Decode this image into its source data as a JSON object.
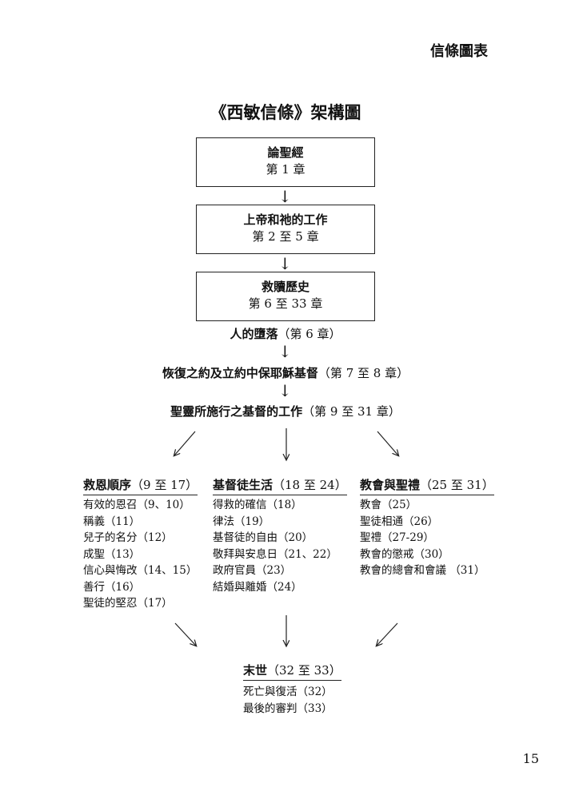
{
  "header": {
    "running_title": "信條圖表"
  },
  "title": "《西敏信條》架構圖",
  "boxes": [
    {
      "title": "論聖經",
      "sub": "第 1 章"
    },
    {
      "title": "上帝和祂的工作",
      "sub": "第 2 至 5 章"
    },
    {
      "title": "救贖歷史",
      "sub": "第 6 至 33 章"
    }
  ],
  "flow": [
    {
      "bold": "人的墮落",
      "ref": "（第 6 章）"
    },
    {
      "bold": "恢復之約及立約中保耶穌基督",
      "ref": "（第 7 至 8 章）"
    },
    {
      "bold": "聖靈所施行之基督的工作",
      "ref": "（第 9 至 31 章）"
    }
  ],
  "columns": [
    {
      "bold": "救恩順序",
      "ref": "（9 至 17）",
      "items": [
        "有效的恩召（9、10）",
        "稱義（11）",
        "兒子的名分（12）",
        "成聖（13）",
        "信心與悔改（14、15）",
        "善行（16）",
        "聖徒的堅忍（17）"
      ]
    },
    {
      "bold": "基督徒生活",
      "ref": "（18 至 24）",
      "items": [
        "得救的確信（18）",
        "律法（19）",
        "基督徒的自由（20）",
        "敬拜與安息日（21、22）",
        "政府官員（23）",
        "結婚與離婚（24）"
      ]
    },
    {
      "bold": "教會與聖禮",
      "ref": "（25 至 31）",
      "items": [
        "教會（25）",
        "聖徒相通（26）",
        "聖禮（27-29）",
        "教會的懲戒（30）",
        "教會的總會和會議 （31）"
      ]
    }
  ],
  "final": {
    "bold": "末世",
    "ref": "（32 至 33）",
    "items": [
      "死亡與復活（32）",
      "最後的審判（33）"
    ]
  },
  "page_number": "15"
}
